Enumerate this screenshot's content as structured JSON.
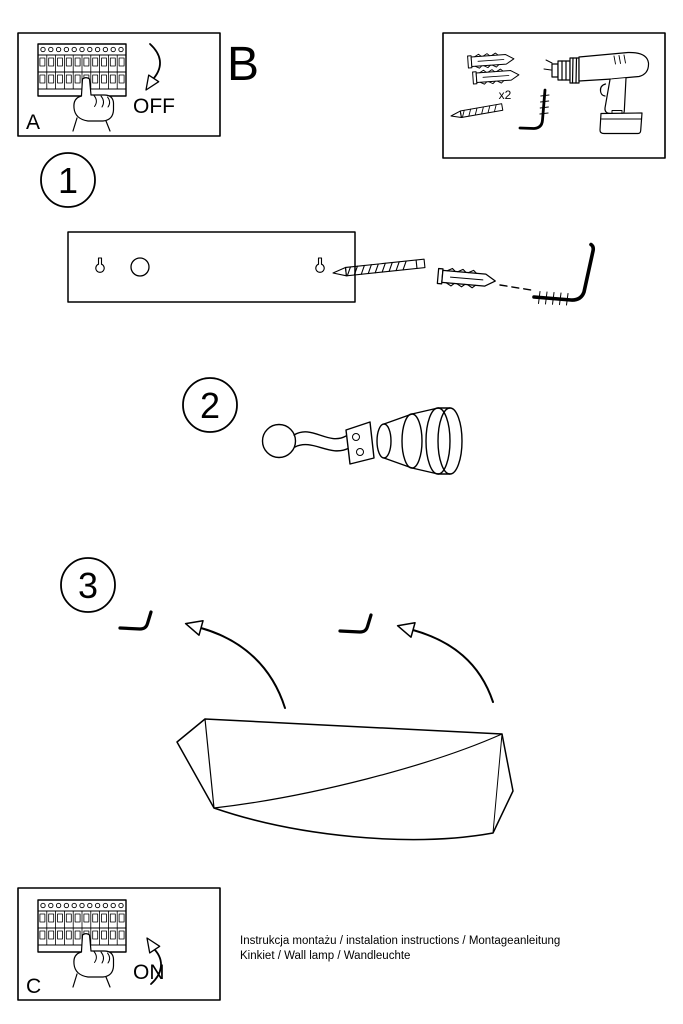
{
  "sheet": {
    "colors": {
      "ink": "#000000",
      "paper": "#ffffff"
    },
    "box_a": {
      "label": "A",
      "switch_state": "OFF"
    },
    "box_b": {
      "label": "B",
      "anchors_quantity": "x2"
    },
    "box_c": {
      "label": "C",
      "switch_state": "ON"
    },
    "steps": {
      "step1": "1",
      "step2": "2",
      "step3": "3"
    },
    "footer": {
      "line1": "Instrukcja montażu / instalation instructions / Montageanleitung",
      "line2": "Kinkiet / Wall lamp / Wandleuchte"
    }
  }
}
